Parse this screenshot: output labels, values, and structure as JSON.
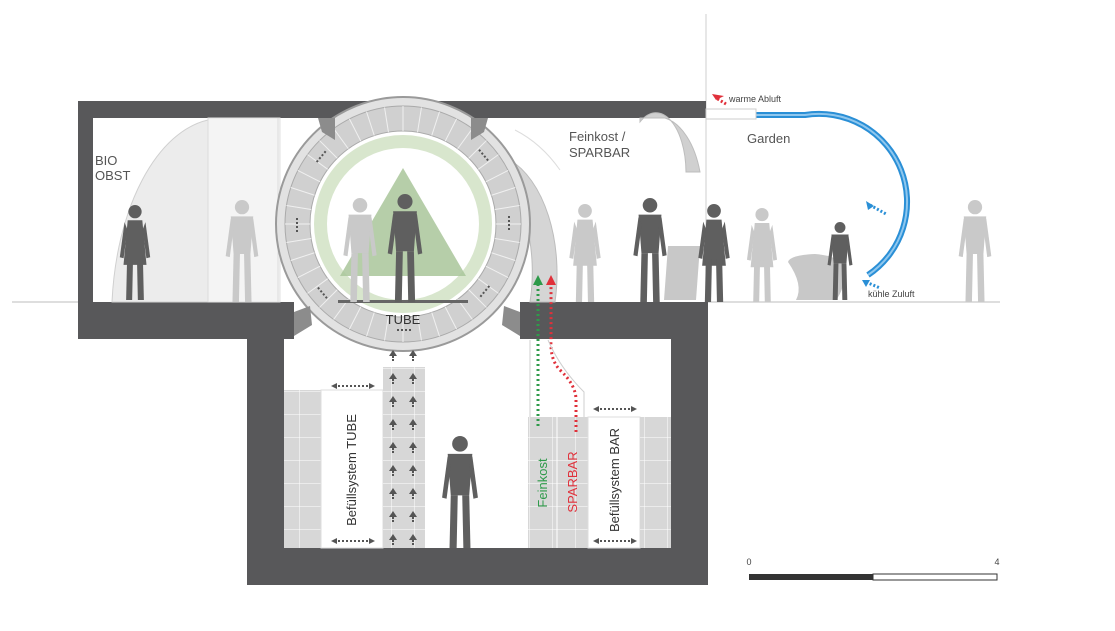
{
  "labels": {
    "bio_line1": "BIO",
    "bio_line2": "OBST",
    "feinkost_line1": "Feinkost /",
    "feinkost_line2": "SPARBAR",
    "garden": "Garden",
    "tube": "TUBE",
    "warme_abluft": "warme Abluft",
    "kuehle_zuluft": "kühle Zuluft",
    "befuell_tube": "Befüllsystem TUBE",
    "feinkost_vertical": "Feinkost",
    "sparbar_vertical": "SPARBAR",
    "befuell_bar": "Befüllsystem BAR"
  },
  "scale_bar": {
    "start": "0",
    "end": "4"
  },
  "colors": {
    "wall": "#58585a",
    "figure": "#5f5f5f",
    "figure_light": "#c9c9c9",
    "tube_green": "#d5e3c8",
    "tube_triangle": "#a8c49a",
    "ring": "#cfcfcf",
    "shelf": "#d9d9d9",
    "duct_blue": "#2a8fd6",
    "arrow_green": "#2e9a4a",
    "arrow_red": "#e0303a"
  }
}
